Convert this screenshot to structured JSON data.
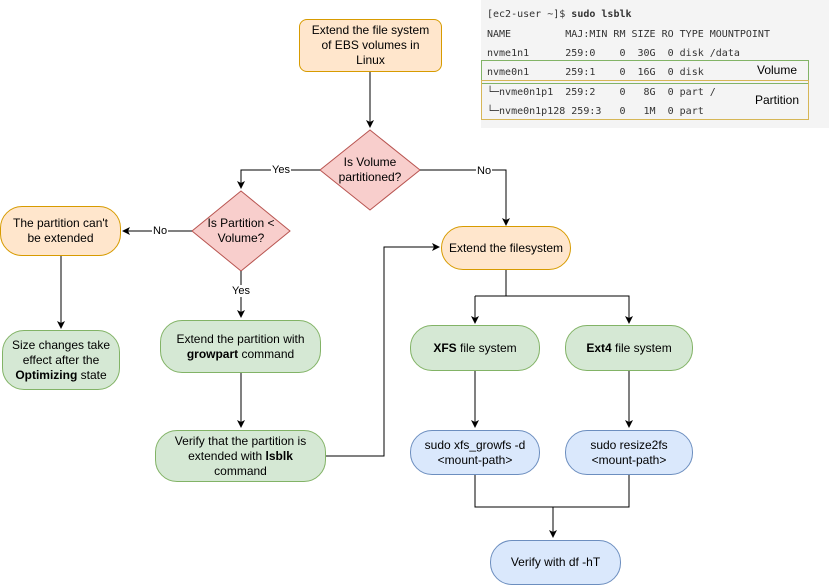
{
  "nodes": {
    "start": "Extend the file system of EBS volumes in Linux",
    "q_partitioned": "Is Volume partitioned?",
    "q_partition_smaller": "Is Partition < Volume?",
    "cant_extend": "The partition can't be extended",
    "size_changes_pre": "Size changes take effect after the ",
    "size_changes_bold": "Optimizing",
    "size_changes_post": " state",
    "extend_partition_pre": "Extend the partition with ",
    "extend_partition_bold": "growpart",
    "extend_partition_post": " command",
    "verify_partition_pre": "Verify that the partition is extended with ",
    "verify_partition_bold": "lsblk",
    "verify_partition_post": " command",
    "extend_fs": "Extend the filesystem",
    "xfs_bold": "XFS",
    "xfs_post": " file system",
    "ext4_bold": "Ext4",
    "ext4_post": " file system",
    "xfs_cmd_line1": "sudo xfs_growfs -d",
    "xfs_cmd_line2": "<mount-path>",
    "ext4_cmd_line1": "sudo resize2fs",
    "ext4_cmd_line2": "<mount-path>",
    "verify_df": "Verify with df -hT"
  },
  "edge_labels": {
    "yes_partitioned": "Yes",
    "no_partitioned": "No",
    "yes_smaller": "Yes",
    "no_smaller": "No"
  },
  "terminal": {
    "prompt": "[ec2-user ~]$ ",
    "command": "sudo lsblk",
    "header": "NAME         MAJ:MIN RM SIZE RO TYPE MOUNTPOINT",
    "rows": [
      "nvme1n1      259:0    0  30G  0 disk /data",
      "nvme0n1      259:1    0  16G  0 disk",
      "└─nvme0n1p1  259:2    0   8G  0 part /",
      "└─nvme0n1p128 259:3   0   1M  0 part"
    ],
    "volume_tag": "Volume",
    "partition_tag": "Partition"
  },
  "colors": {
    "orange_fill": "#ffe6cc",
    "orange_stroke": "#d79b00",
    "green_fill": "#d5e8d4",
    "green_stroke": "#82b366",
    "blue_fill": "#dae8fc",
    "blue_stroke": "#6c8ebf",
    "red_fill": "#f8cecc",
    "red_stroke": "#b85450"
  }
}
